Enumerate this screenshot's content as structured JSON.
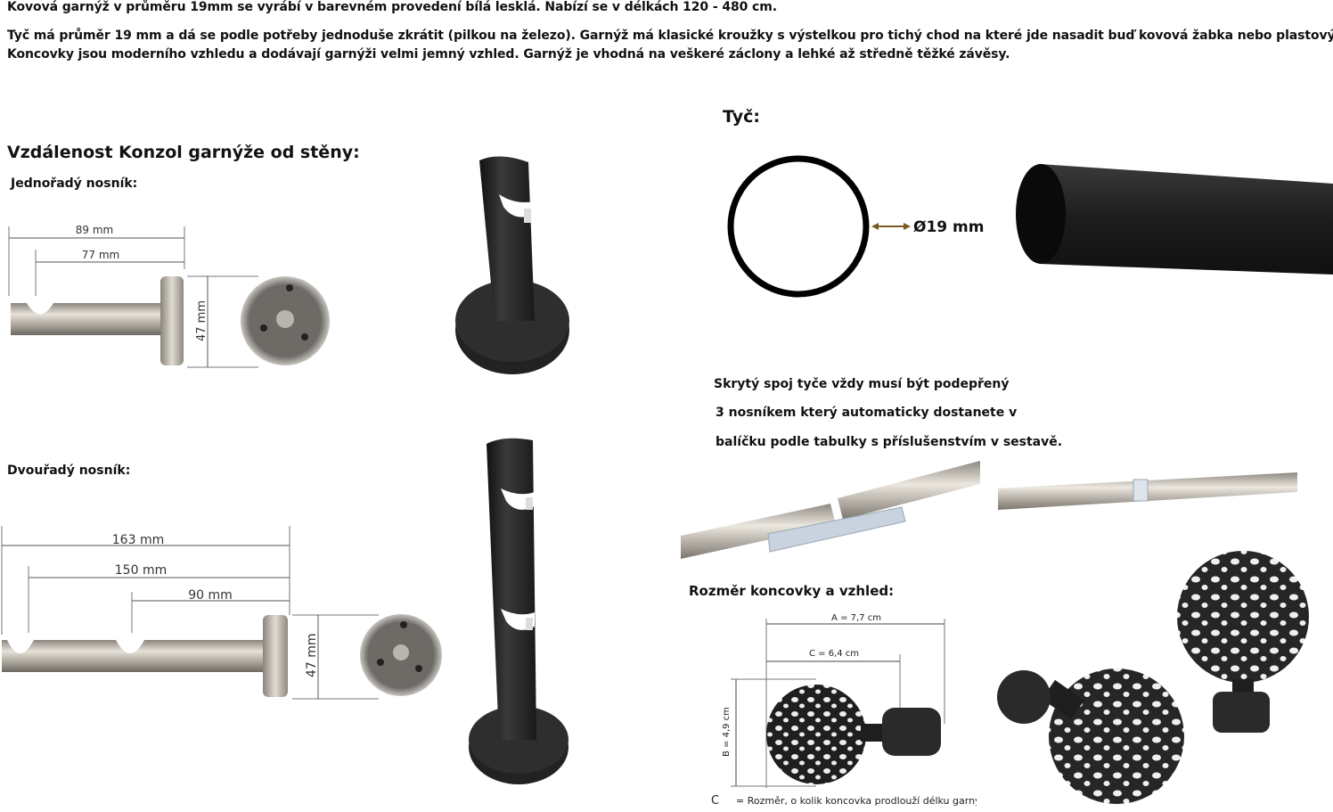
{
  "intro": {
    "line1": "Kovová garnýž v průměru 19mm se vyrábí v barevném provedení bílá lesklá. Nabízí se v délkách 120 - 480 cm.",
    "line2": "Tyč má průměr 19 mm a dá se podle potřeby jednoduše zkrátit (pilkou na železo). Garnýž má klasické kroužky s výstelkou pro tichý chod na které jde nasadit buď kovová žabka nebo plastový háček.",
    "line3": "Koncovky jsou moderního vzhledu a dodávají garnýži velmi jemný vzhled. Garnýž je vhodná na veškeré záclony a lehké až středně těžké závěsy."
  },
  "bracket_section": {
    "title": "Vzdálenost Konzol garnýže od stěny:",
    "single": {
      "label": "Jednořadý nosník:",
      "dim_total": "89 mm",
      "dim_inner": "77 mm",
      "dim_height": "47 mm"
    },
    "double": {
      "label": "Dvouřadý nosník:",
      "dim_total": "163 mm",
      "dim_mid": "150 mm",
      "dim_inner": "90 mm",
      "dim_height": "47 mm"
    }
  },
  "rod_section": {
    "title": "Tyč:",
    "diameter": "Ø19 mm"
  },
  "joint_note": {
    "line1": "Skrytý spoj tyče vždy musí být podepřený",
    "line2": "3 nosníkem který automaticky dostanete v",
    "line3": "balíčku podle tabulky s příslušenstvím v sestavě."
  },
  "finial_section": {
    "title": "Rozměr koncovky a vzhled:",
    "dim_a": "A = 7,7 cm",
    "dim_c": "C = 6,4 cm",
    "dim_b": "B = 4,9 cm",
    "caption_letter": "C",
    "caption_text": "= Rozměr, o kolik koncovka prodlouží délku garnýže."
  },
  "colors": {
    "black": "#1e1e1e",
    "steel": "#b9b3a8"
  }
}
